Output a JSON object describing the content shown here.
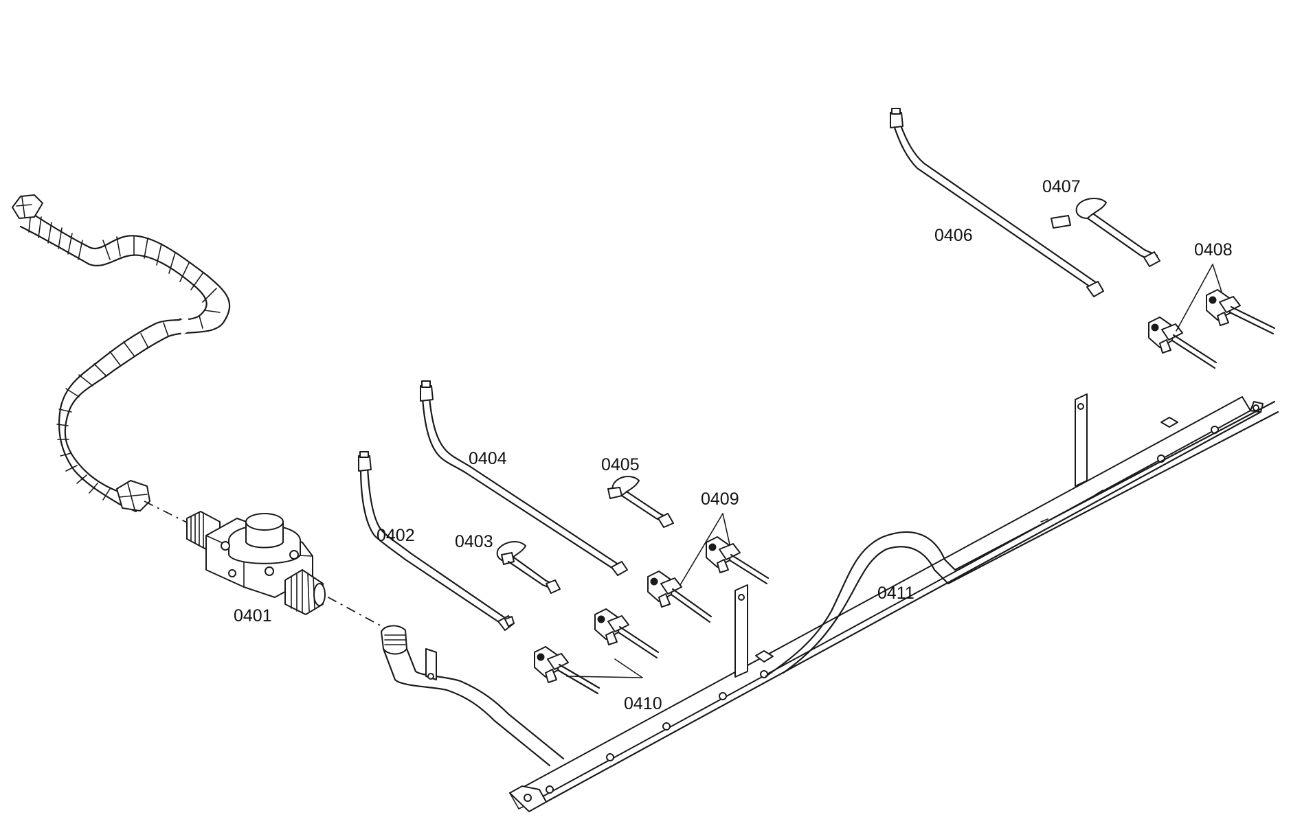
{
  "diagram": {
    "labels": {
      "p0401": "0401",
      "p0402": "0402",
      "p0403": "0403",
      "p0404": "0404",
      "p0405": "0405",
      "p0406": "0406",
      "p0407": "0407",
      "p0408": "0408",
      "p0409": "0409",
      "p0410": "0410",
      "p0411": "0411"
    }
  }
}
